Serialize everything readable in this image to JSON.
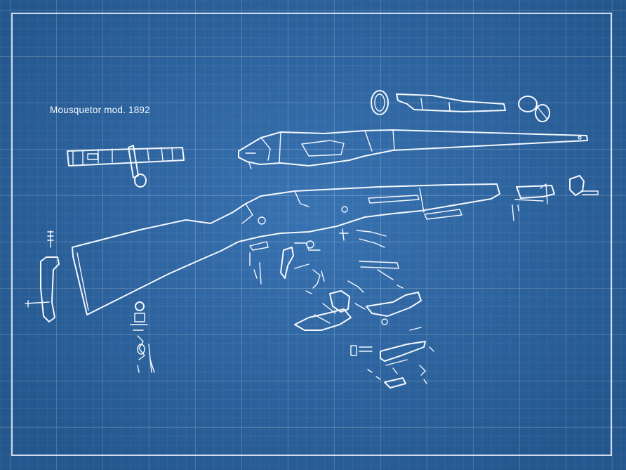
{
  "title": "Mousquetor mod. 1892",
  "colors": {
    "background": "#2c6aad",
    "grid": "#5f93c8",
    "line": "#f4f8ff"
  },
  "parts": [
    "bolt-assembly",
    "receiver-barrel",
    "stock",
    "handguard",
    "front-band",
    "rear-band",
    "upper-band",
    "front-sight",
    "rear-sight",
    "buttplate",
    "trigger-guard",
    "magazine-parts",
    "springs-and-pins"
  ]
}
